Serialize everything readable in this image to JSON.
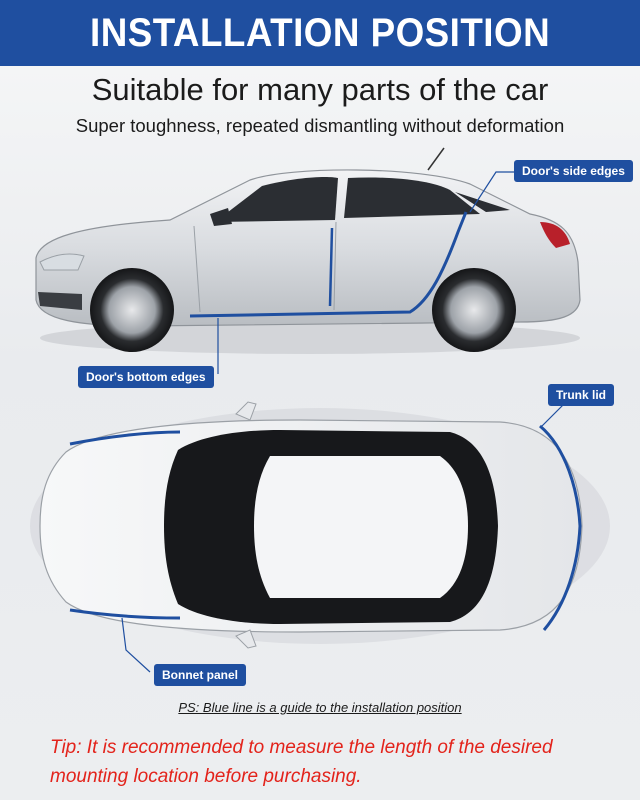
{
  "banner": {
    "title": "INSTALLATION POSITION"
  },
  "headline": "Suitable for many parts of the car",
  "subline": "Super toughness, repeated dismantling without deformation",
  "callouts": {
    "side_edges": "Door's side edges",
    "bottom_edges": "Door's bottom  edges",
    "trunk_lid": "Trunk lid",
    "bonnet_panel": "Bonnet panel"
  },
  "ps_note": "PS: Blue line is a guide to the installation position",
  "tip": "Tip: It is recommended to measure the length of the desired mounting location before purchasing.",
  "colors": {
    "brand_blue": "#1f4fa0",
    "tip_red": "#e3231b",
    "car_body": "#cfd2d6"
  }
}
